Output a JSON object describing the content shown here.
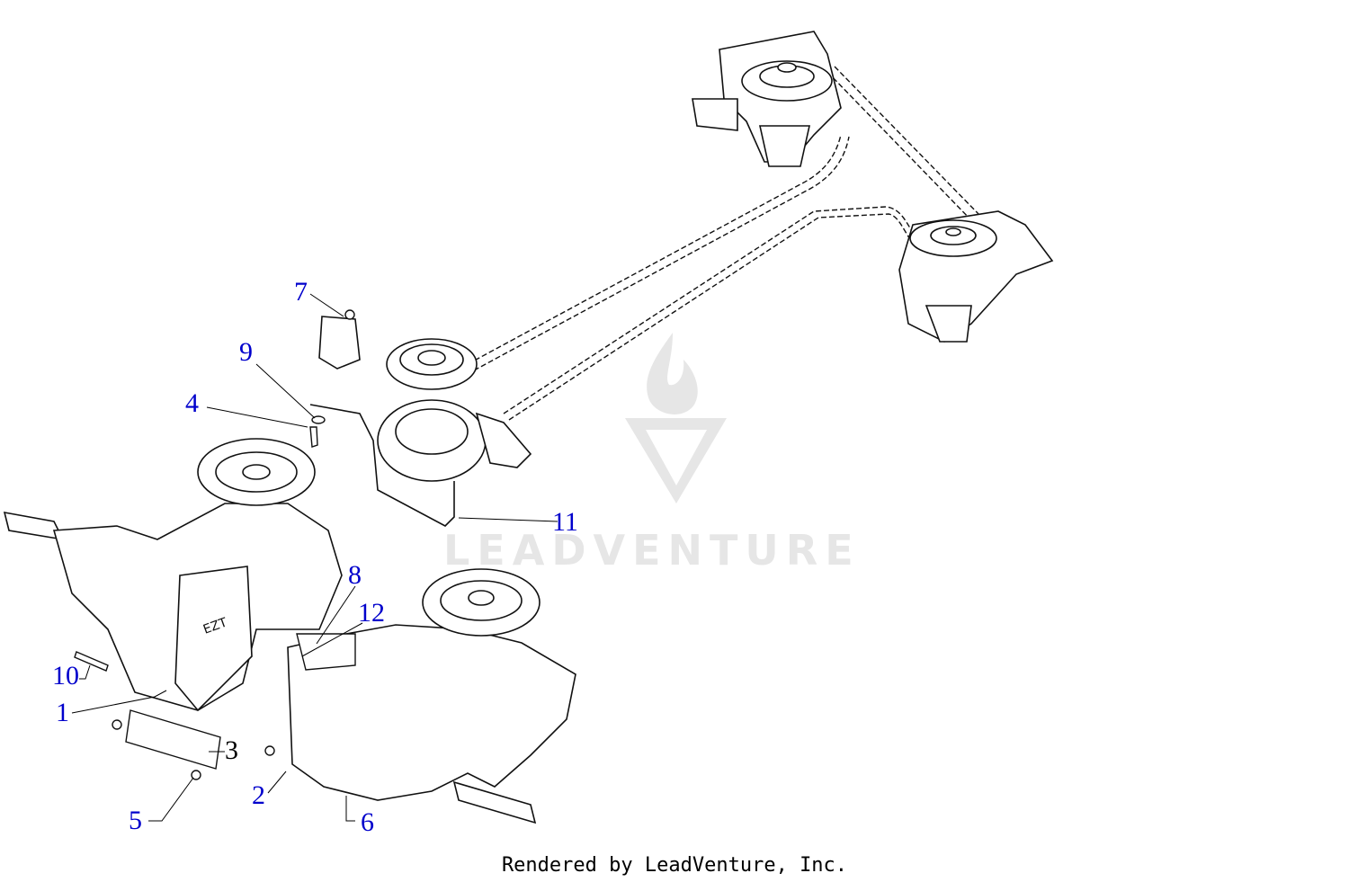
{
  "colors": {
    "callout": "#0000cc",
    "leader": "#000000",
    "watermark": "#e6e6e6",
    "line": "#111111"
  },
  "callouts": [
    {
      "id": "1",
      "label": "1"
    },
    {
      "id": "2",
      "label": "2"
    },
    {
      "id": "3",
      "label": "3"
    },
    {
      "id": "4",
      "label": "4"
    },
    {
      "id": "5",
      "label": "5"
    },
    {
      "id": "6",
      "label": "6"
    },
    {
      "id": "7",
      "label": "7"
    },
    {
      "id": "8",
      "label": "8"
    },
    {
      "id": "9",
      "label": "9"
    },
    {
      "id": "10",
      "label": "10"
    },
    {
      "id": "11",
      "label": "11"
    },
    {
      "id": "12",
      "label": "12"
    }
  ],
  "watermark": {
    "text": "LEADVENTURE"
  },
  "footer": {
    "text": "Rendered by LeadVenture, Inc."
  }
}
